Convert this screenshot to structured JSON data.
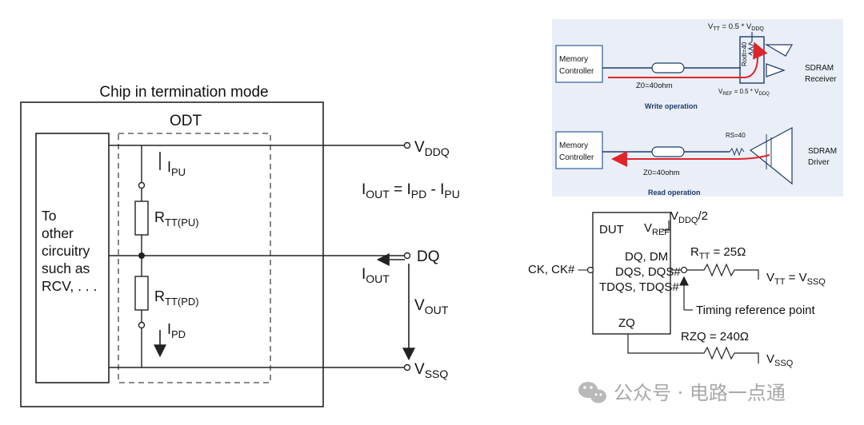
{
  "left": {
    "title": "Chip in termination mode",
    "odt": "ODT",
    "circuitry": [
      "To",
      "other",
      "circuitry",
      "such as",
      "RCV, . . ."
    ],
    "vddq": {
      "main": "V",
      "sub": "DDQ"
    },
    "vssq": {
      "main": "V",
      "sub": "SSQ"
    },
    "dq": "DQ",
    "ipu": {
      "main": "I",
      "sub": "PU"
    },
    "ipd": {
      "main": "I",
      "sub": "PD"
    },
    "rtt_pu": {
      "main": "R",
      "sub": "TT(PU)"
    },
    "rtt_pd": {
      "main": "R",
      "sub": "TT(PD)"
    },
    "iout": {
      "main": "I",
      "sub": "OUT"
    },
    "vout": {
      "main": "V",
      "sub": "OUT"
    },
    "equation": {
      "i1": "I",
      "s1": "OUT",
      "eq": " = ",
      "i2": "I",
      "s2": "PD",
      "minus": " - ",
      "i3": "I",
      "s3": "PU"
    }
  },
  "write": {
    "vtt": {
      "a": "V",
      "as": "TT",
      "b": " = 0.5 * V",
      "bs": "DDQ"
    },
    "rodt": "Rodt=40",
    "controller": [
      "Memory",
      "Controller"
    ],
    "z0": "Z0=40ohm",
    "vref": {
      "a": "V",
      "as": "REF",
      "b": " = 0.5 * V",
      "bs": "DDQ"
    },
    "receiver": [
      "SDRAM",
      "Receiver"
    ],
    "caption": "Write operation"
  },
  "read": {
    "rs": "RS=40",
    "controller": [
      "Memory",
      "Controller"
    ],
    "z0": "Z0=40ohm",
    "driver": [
      "SDRAM",
      "Driver"
    ],
    "caption": "Read operation"
  },
  "dut": {
    "dut": "DUT",
    "vref": {
      "main": "V",
      "sub": "REF"
    },
    "vddq2": {
      "main": "V",
      "sub": "DDQ",
      "tail": "/2"
    },
    "ck": "CK, CK# —",
    "pins": [
      "DQ, DM",
      "DQS, DQS#",
      "TDQS, TDQS#"
    ],
    "zq": "ZQ",
    "rtt": {
      "main": "R",
      "sub": "TT",
      "tail": " = 25Ω"
    },
    "vtt": {
      "a": "V",
      "as": "TT",
      "b": " = V",
      "bs": "SSQ"
    },
    "timing": "Timing reference point",
    "rzq": "RZQ = 240Ω",
    "vssq": {
      "main": "V",
      "sub": "SSQ"
    }
  },
  "watermark": "公众号 · 电路一点通",
  "colors": {
    "accent_blue": "#2e5d9f",
    "panel_bg": "#e9eef7",
    "signal_red": "#e0242b"
  }
}
